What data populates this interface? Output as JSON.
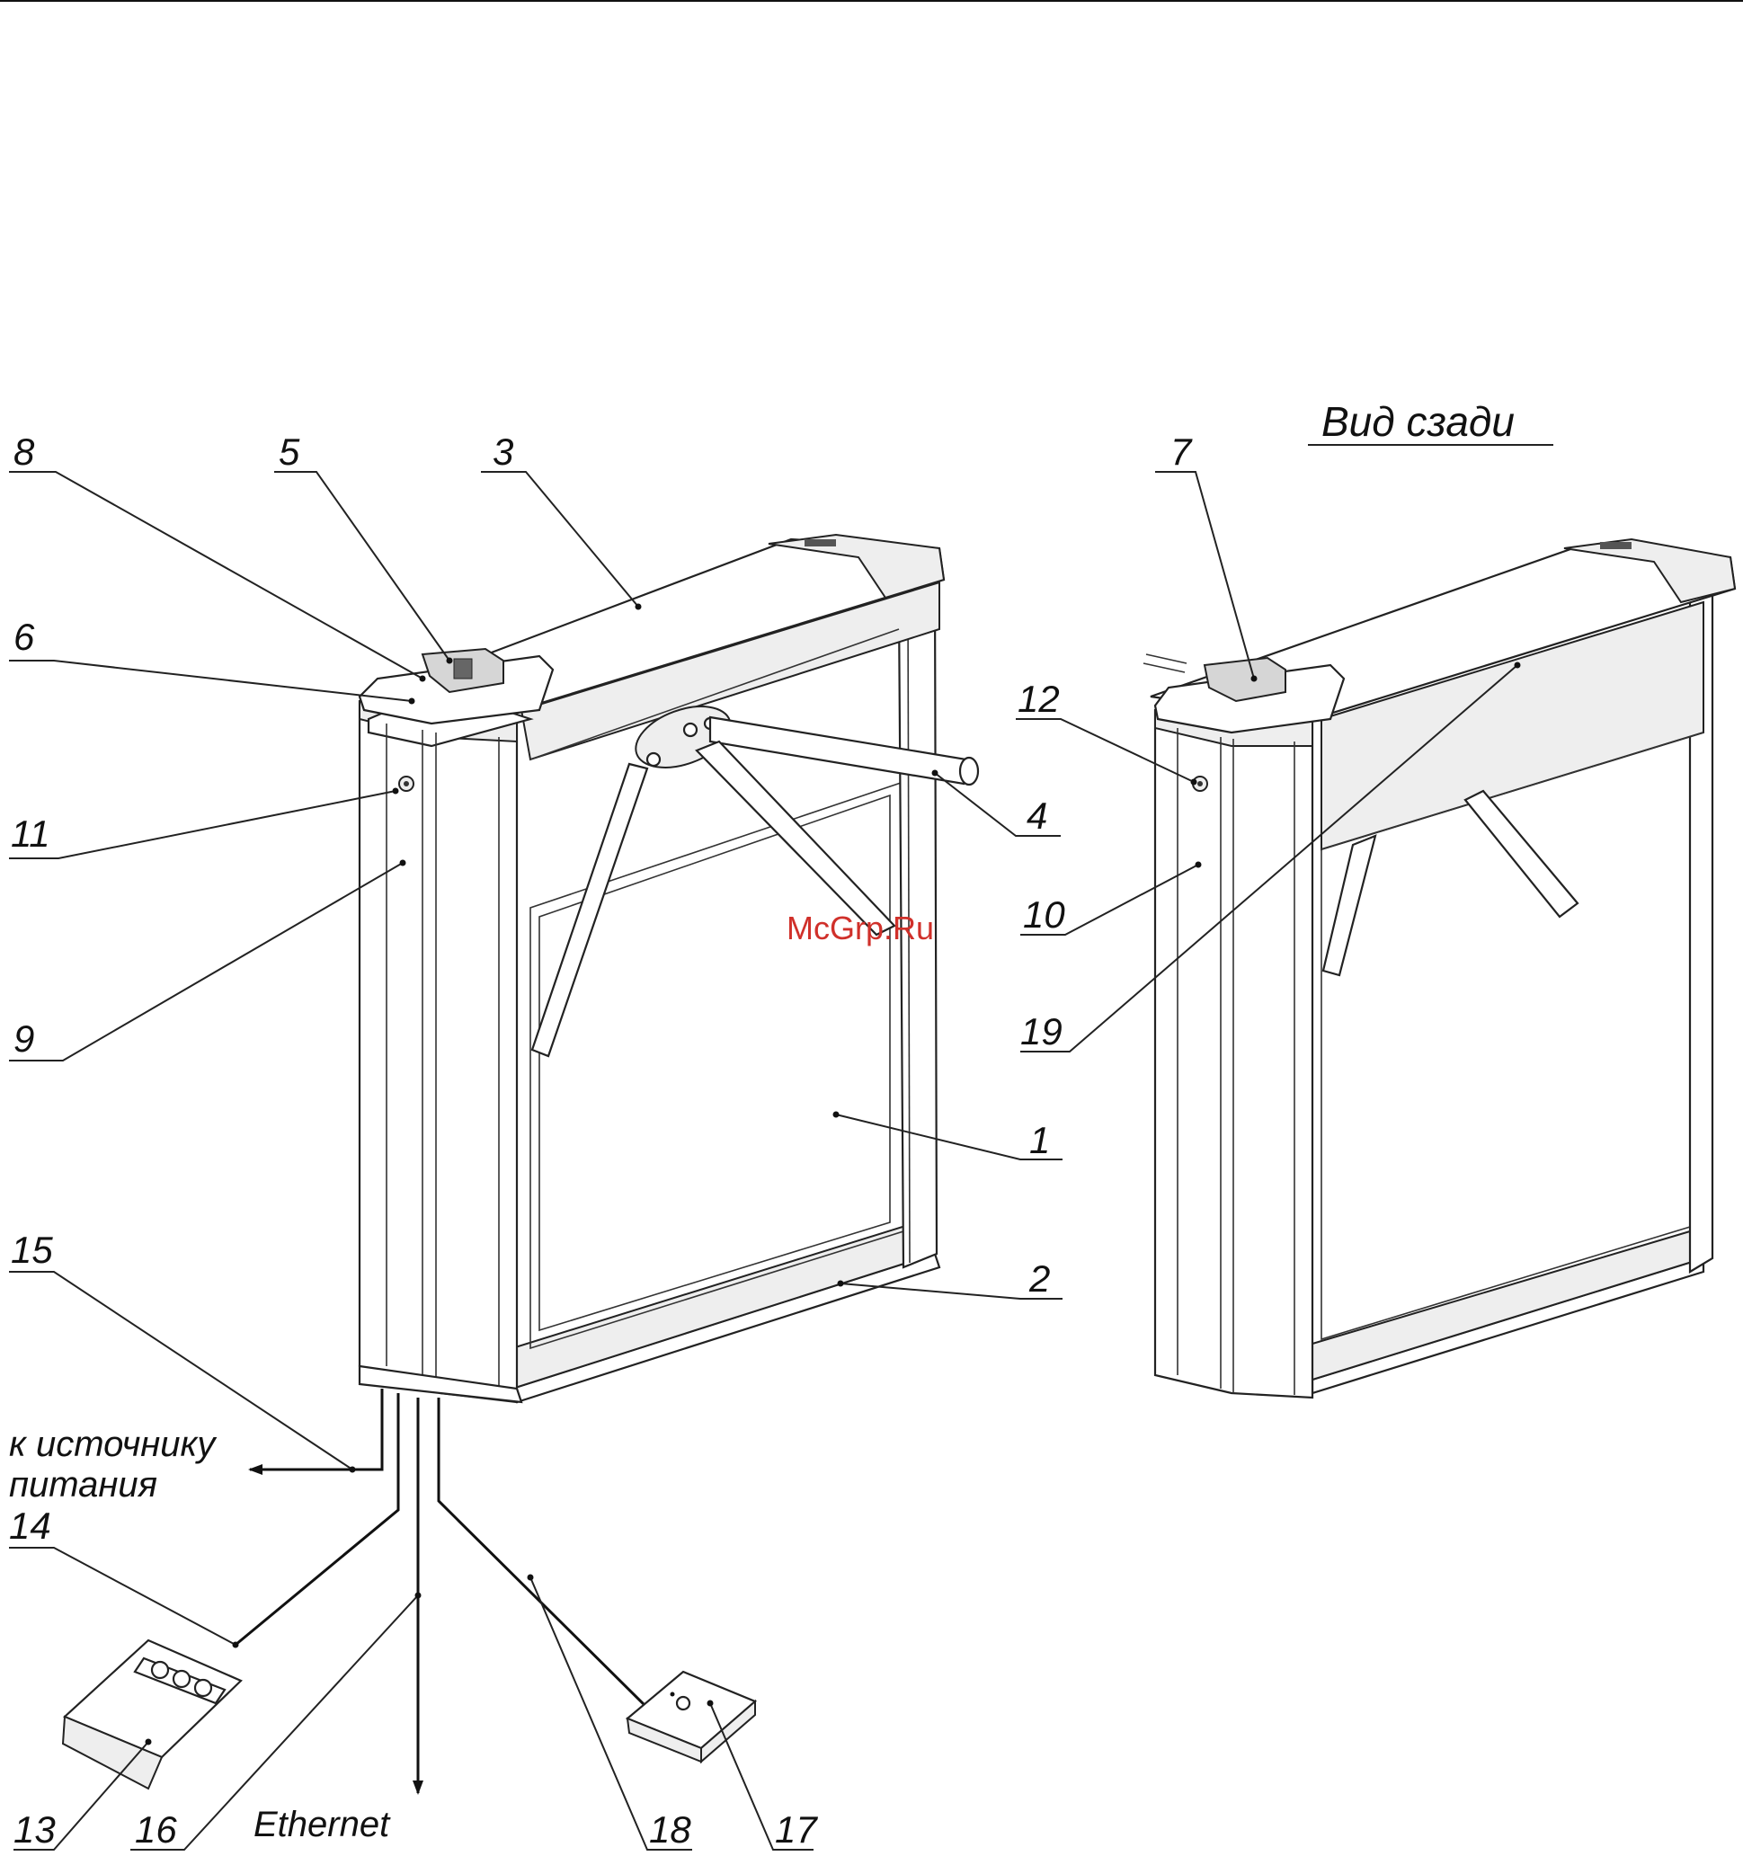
{
  "title": "Вид сзади",
  "watermark": "McGrp.Ru",
  "labels": {
    "power": [
      "к  источнику",
      "питания"
    ],
    "ethernet": "Ethernet"
  },
  "callouts": {
    "n1": "1",
    "n2": "2",
    "n3": "3",
    "n4": "4",
    "n5": "5",
    "n6": "6",
    "n7": "7",
    "n8": "8",
    "n9": "9",
    "n10": "10",
    "n11": "11",
    "n12": "12",
    "n13": "13",
    "n14": "14",
    "n15": "15",
    "n16": "16",
    "n17": "17",
    "n18": "18",
    "n19": "19"
  }
}
